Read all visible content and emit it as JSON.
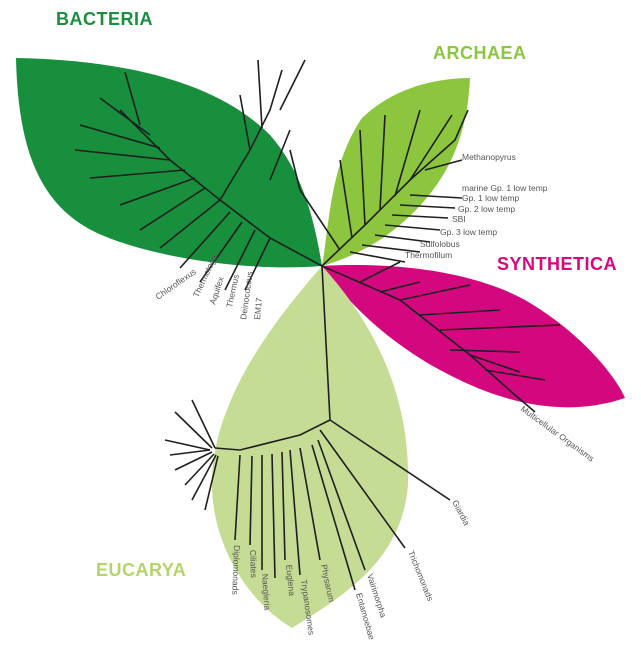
{
  "domains": {
    "bacteria": {
      "label": "BACTERIA",
      "fill": "#178f3c",
      "title_color": "#178f3c"
    },
    "archaea": {
      "label": "ARCHAEA",
      "fill": "#8cc63f",
      "title_color": "#8cc63f"
    },
    "synthetica": {
      "label": "SYNTHETICA",
      "fill": "#d4087e",
      "title_color": "#d4087e"
    },
    "eucarya": {
      "label": "EUCARYA",
      "fill": "#c5dc94",
      "title_color": "#b5d36b"
    }
  },
  "colors": {
    "branch": "#1f1f1f",
    "tip_label": "#555555",
    "leaf_label": "#0f5a26"
  },
  "tip_labels": {
    "archaea": [
      "marine Gp. 1 low temp",
      "Gp. 1 low temp",
      "Gp. 2 low temp",
      "SBI",
      "Gp. 3 low temp",
      "Sulfolobus",
      "Thermofilum",
      "Methanopyrus"
    ],
    "synthetica": [
      "",
      "",
      "",
      "",
      "Multicellular Organisms"
    ],
    "eucarya": [
      "Giardia",
      "Trichomonads",
      "Vairimorpha",
      "Entamoebae",
      "Physarum",
      "Trypanosomes",
      "Euglena",
      "Naegleria",
      "Ciliates",
      "Diplomonads"
    ],
    "bacteria": [
      "Chloroflexus",
      "Thermotoga",
      "Aquifex",
      "Thermus",
      "Deinococcus",
      "EM17"
    ]
  }
}
